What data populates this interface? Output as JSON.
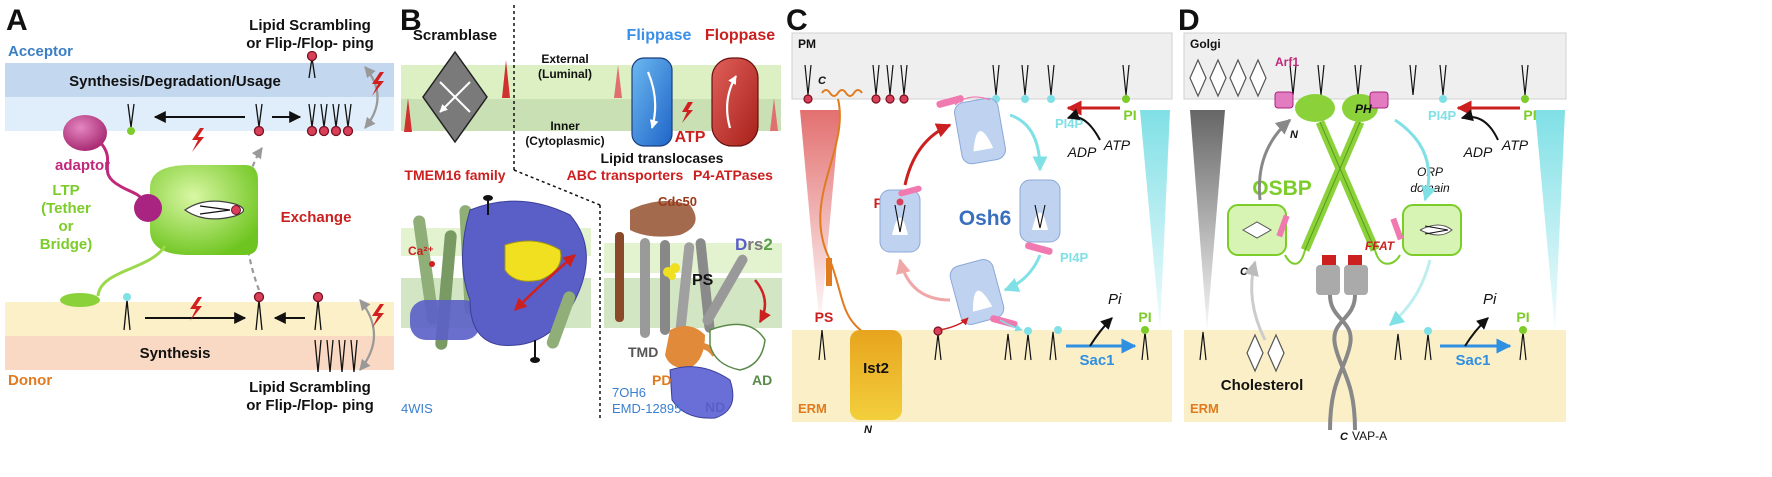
{
  "panel_a": {
    "letter": "A",
    "acceptor": "Acceptor",
    "donor": "Donor",
    "synth_deg_usage": "Synthesis/Degradation/Usage",
    "synthesis": "Synthesis",
    "scrambling_top_1": "Lipid Scrambling",
    "scrambling_top_2": "or Flip-/Flop- ping",
    "scrambling_bottom_1": "Lipid Scrambling",
    "scrambling_bottom_2": "or Flip-/Flop- ping",
    "adaptor": "adaptor",
    "ltp_1": "LTP",
    "ltp_2": "(Tether",
    "ltp_3": "or",
    "ltp_4": "Bridge)",
    "exchange": "Exchange"
  },
  "panel_b": {
    "letter": "B",
    "scramblase": "Scramblase",
    "external_1": "External",
    "external_2": "(Luminal)",
    "inner_1": "Inner",
    "inner_2": "(Cytoplasmic)",
    "flippase": "Flippase",
    "floppase": "Floppase",
    "atp": "ATP",
    "lipid_translocases": "Lipid translocases",
    "tmem16": "TMEM16 family",
    "abc": "ABC transporters",
    "p4": "P4-ATPases",
    "ca": "Ca²⁺",
    "cdc50": "Cdc50",
    "drs2_a": "D",
    "drs2_b": "rs",
    "drs2_c": "2",
    "ps": "PS",
    "tmd": "TMD",
    "pd": "PD",
    "ad": "AD",
    "nd": "ND",
    "pdb1": "4WIS",
    "pdb2": "7OH6",
    "emd": "EMD-12895"
  },
  "panel_c": {
    "letter": "C",
    "pm": "PM",
    "erm": "ERM",
    "c_term": "C",
    "n_term": "N",
    "ps_upper": "PS",
    "ps_lower": "PS",
    "osh6": "Osh6",
    "pi4p_1": "PI4P",
    "pi4p_2": "PI4P",
    "pi_top": "PI",
    "pi_bottom": "PI",
    "adp": "ADP",
    "atp": "ATP",
    "ist2": "Ist2",
    "sac1": "Sac1",
    "pi_phosphate": "Pi"
  },
  "panel_d": {
    "letter": "D",
    "golgi": "Golgi",
    "erm": "ERM",
    "arf1": "Arf1",
    "n_term": "N",
    "ph": "PH",
    "pi4p": "PI4P",
    "pi_top": "PI",
    "pi_bottom": "PI",
    "adp": "ADP",
    "atp": "ATP",
    "osbp": "OSBP",
    "orp_1": "ORP",
    "orp_2": "domain",
    "ffat": "FFAT",
    "c_left": "C",
    "c_bottom": "C",
    "cholesterol": "Cholesterol",
    "vap": "VAP-A",
    "sac1": "Sac1",
    "pi_phosphate": "Pi"
  },
  "colors": {
    "acceptor_blue": "#3b7fc4",
    "donor_orange": "#e07b1f",
    "red": "#cc1f1f",
    "green": "#7ccc2a",
    "cyan": "#7fe0e6",
    "purple": "#5a5fc8",
    "magenta": "#c0287a",
    "osh6_blue": "#3a6fc0",
    "sac1_blue": "#2f8fe0"
  }
}
